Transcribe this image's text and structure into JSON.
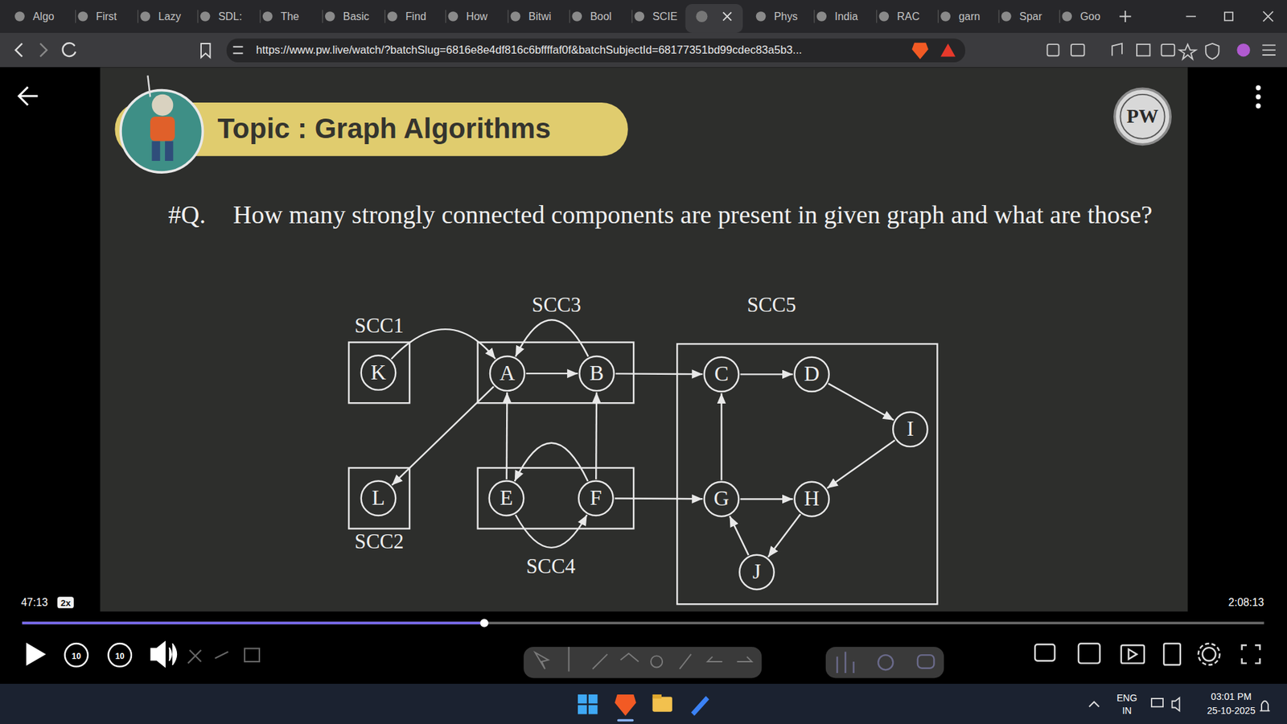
{
  "diagram": {
    "title": "Topic : Graph Algorithms",
    "nodes": [
      {
        "text": [
          "SCC1"
        ]
      },
      {
        "text": [
          "K"
        ],
        "in": 0
      },
      {
        "text": [
          "SCC3"
        ]
      },
      {
        "text": [
          "A"
        ],
        "in": 2
      },
      {
        "text": [
          "B"
        ],
        "in": 2
      },
      {
        "text": [
          "SCC5"
        ]
      },
      {
        "text": [
          "C"
        ],
        "in": 5
      },
      {
        "text": [
          "D"
        ],
        "in": 5
      },
      {
        "text": [
          "I"
        ],
        "in": 5
      },
      {
        "text": [
          "G"
        ],
        "in": 5
      },
      {
        "text": [
          "H"
        ],
        "in": 5
      },
      {
        "text": [
          "J"
        ],
        "in": 5
      },
      {
        "text": [
          "SCC2"
        ]
      },
      {
        "text": [
          "L"
        ],
        "in": 12
      },
      {
        "text": [
          "SCC4"
        ]
      },
      {
        "text": [
          "E"
        ],
        "in": 14
      },
      {
        "text": [
          "F"
        ],
        "in": 14
      }
    ],
    "edges": [
      {
        "from": 1,
        "to": 3,
        "arrow": "to"
      },
      {
        "from": 3,
        "to": 4,
        "arrow": "to"
      },
      {
        "from": 4,
        "to": 3,
        "arrow": "to"
      },
      {
        "from": 4,
        "to": 6,
        "arrow": "to"
      },
      {
        "from": 3,
        "to": 13,
        "arrow": "to"
      },
      {
        "from": 15,
        "to": 3,
        "arrow": "to"
      },
      {
        "from": 16,
        "to": 4,
        "arrow": "to"
      },
      {
        "from": 16,
        "to": 15,
        "arrow": "to"
      },
      {
        "from": 15,
        "to": 16,
        "arrow": "to"
      },
      {
        "from": 16,
        "to": 9,
        "arrow": "to"
      },
      {
        "from": 6,
        "to": 7,
        "arrow": "to"
      },
      {
        "from": 7,
        "to": 8,
        "arrow": "to"
      },
      {
        "from": 8,
        "to": 10,
        "arrow": "to"
      },
      {
        "from": 9,
        "to": 10,
        "arrow": "to"
      },
      {
        "from": 10,
        "to": 11,
        "arrow": "to"
      },
      {
        "from": 11,
        "to": 9,
        "arrow": "to"
      },
      {
        "from": 9,
        "to": 6,
        "arrow": "to"
      }
    ],
    "labels": [
      "Algo",
      "First",
      "Lazy",
      "SDL:",
      "The",
      "Basic",
      "Find",
      "How",
      "Bitwi",
      "Bool",
      "SCIE",
      "Phys",
      "India",
      "RAC",
      "garn",
      "Spar",
      "Goo",
      "https://www.pw.live/watch/?batchSlug=6816e8e4df816c6bffffaf0f&batchSubjectId=68177351bd99cdec83a5b3...",
      "PW",
      "#Q.",
      "How many strongly connected components are present in given graph and what are those?",
      "47:13",
      "2x",
      "2:08:13",
      "10",
      "10",
      "ENG",
      "IN",
      "03:01 PM",
      "25-10-2025"
    ]
  }
}
